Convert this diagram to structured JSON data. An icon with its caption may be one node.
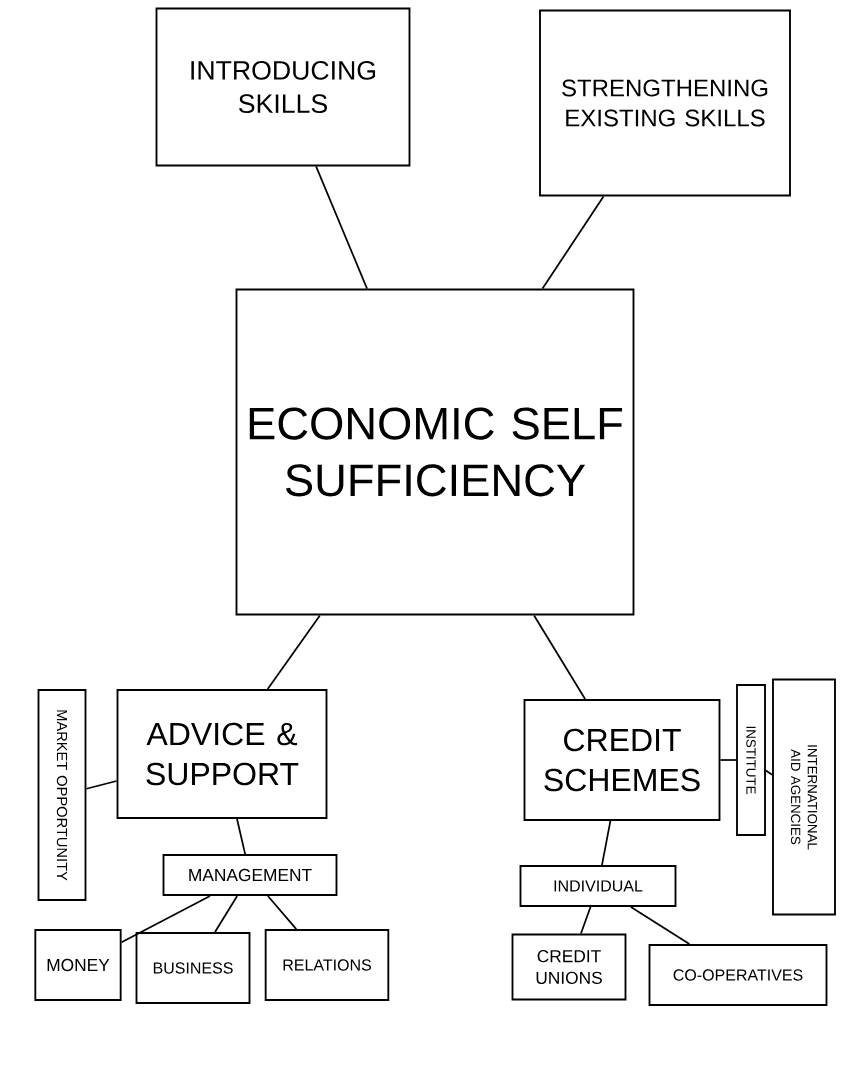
{
  "diagram": {
    "nodes": [
      {
        "text": [
          "INTRODUCING SKILLS"
        ]
      },
      {
        "text": [
          "STRENGTHENING EXISTING SKILLS"
        ]
      },
      {
        "text": [
          "ECONOMIC SELF SUFFICIENCY"
        ]
      },
      {
        "text": [
          "MARKET OPPORTUNITY"
        ]
      },
      {
        "text": [
          "ADVICE & SUPPORT"
        ]
      },
      {
        "text": [
          "MANAGEMENT"
        ]
      },
      {
        "text": [
          "MONEY"
        ]
      },
      {
        "text": [
          "BUSINESS"
        ]
      },
      {
        "text": [
          "RELATIONS"
        ]
      },
      {
        "text": [
          "CREDIT SCHEMES"
        ]
      },
      {
        "text": [
          "INSTITUTE"
        ]
      },
      {
        "text": [
          "INTERNATIONAL AID AGENCIES"
        ]
      },
      {
        "text": [
          "INDIVIDUAL"
        ]
      },
      {
        "text": [
          "CREDIT UNIONS"
        ]
      },
      {
        "text": [
          "CO-OPERATIVES"
        ]
      }
    ],
    "edges": [
      {
        "from": 0,
        "to": 2,
        "arrow": "none"
      },
      {
        "from": 1,
        "to": 2,
        "arrow": "none"
      },
      {
        "from": 2,
        "to": 4,
        "arrow": "none"
      },
      {
        "from": 2,
        "to": 9,
        "arrow": "none"
      },
      {
        "from": 3,
        "to": 4,
        "arrow": "none"
      },
      {
        "from": 4,
        "to": 5,
        "arrow": "none"
      },
      {
        "from": 5,
        "to": 6,
        "arrow": "none"
      },
      {
        "from": 5,
        "to": 7,
        "arrow": "none"
      },
      {
        "from": 5,
        "to": 8,
        "arrow": "none"
      },
      {
        "from": 9,
        "to": 10,
        "arrow": "none"
      },
      {
        "from": 10,
        "to": 11,
        "arrow": "none"
      },
      {
        "from": 9,
        "to": 12,
        "arrow": "none"
      },
      {
        "from": 12,
        "to": 13,
        "arrow": "none"
      },
      {
        "from": 12,
        "to": 14,
        "arrow": "none"
      }
    ]
  }
}
